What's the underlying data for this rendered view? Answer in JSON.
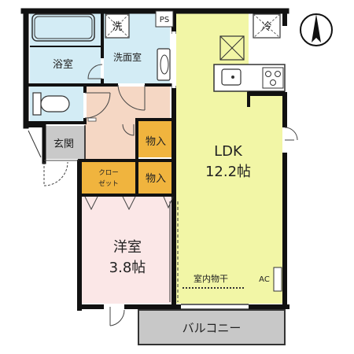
{
  "colors": {
    "ldk": "#f2f6a6",
    "bath": "#d3ecf5",
    "washroom": "#d3ecf5",
    "toilet": "#d3ecf5",
    "hallway": "#f5d7c4",
    "genkan": "#c9c9c9",
    "storage": "#f0b43e",
    "closet": "#f0b43e",
    "western": "#fbe7e7",
    "balcony": "#c8c8c8",
    "wall": "#111111"
  },
  "rooms": {
    "bath": {
      "label": "浴室"
    },
    "washroom": {
      "label": "洗面室"
    },
    "genkan": {
      "label": "玄関"
    },
    "storage_upper": {
      "label": "物入"
    },
    "storage_lower": {
      "label": "物入"
    },
    "closet": {
      "line1": "クロー",
      "line2": "ゼット"
    },
    "ldk": {
      "name": "LDK",
      "size": "12.2帖"
    },
    "western": {
      "name": "洋室",
      "size": "3.8帖"
    },
    "balcony": {
      "label": "バルコニー"
    }
  },
  "fixtures": {
    "washer": "洗",
    "fridge": "冷",
    "pipe_space": "PS",
    "indoor_drying": "室内物干",
    "aircon": "AC"
  },
  "icons": {
    "north_arrow": "north-arrow-icon"
  }
}
